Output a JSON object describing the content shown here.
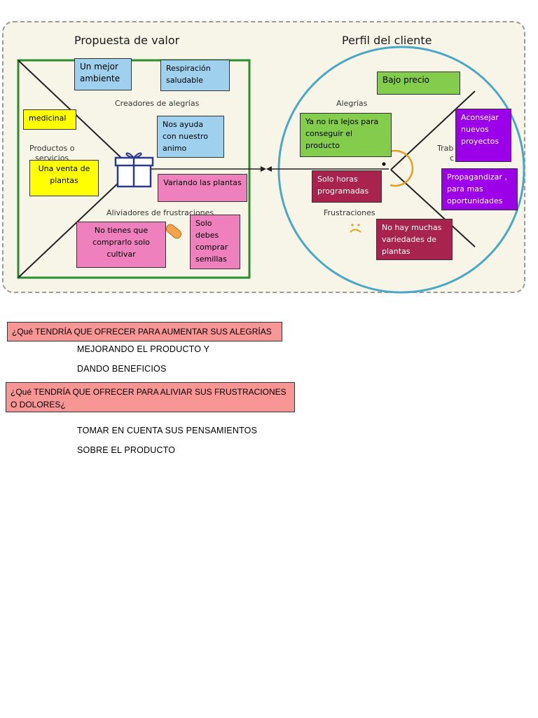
{
  "canvas": {
    "value_proposition_title": "Propuesta de valor",
    "customer_profile_title": "Perfil del cliente",
    "labels": {
      "gain_creators": "Creadores de alegrías",
      "products_services_1": "Productos o",
      "products_services_2": "servicios",
      "pain_relievers": "Aliviadores de frustraciones",
      "gains": "Alegrías",
      "customer_jobs_1": "Trab",
      "customer_jobs_2": "c",
      "pains": "Frustraciones"
    },
    "notes": {
      "mejor_ambiente": "Un mejor ambiente",
      "respiracion": "Respiración saludable",
      "medicinal": "medicinal",
      "nos_ayuda": "Nos ayuda con nuestro animo",
      "venta_plantas": "Una venta de plantas",
      "variando": "Variando las plantas",
      "no_comprarlo": "No tienes que comprarlo solo cultivar",
      "solo_semillas": "Solo debes comprar semillas",
      "bajo_precio": "Bajo   precio",
      "no_lejos": "Ya no ira lejos para conseguir el producto",
      "aconsejar": "Aconsejar nuevos proyectos",
      "solo_horas": "Solo horas programadas",
      "propagandizar": "Propagandizar , para mas oportunidades",
      "variedades": "No hay muchas variedades de plantas"
    },
    "colors": {
      "canvas_bg": "#f6f5e7",
      "square_border": "#2e8b2e",
      "circle_border": "#4aa8c4",
      "blue": "#9fd0ee",
      "yellow": "#ffff00",
      "pink": "#ee80bd",
      "green": "#84cc4c",
      "purple": "#9b00e8",
      "maroon": "#a8234d",
      "question_bg": "#f89595"
    }
  },
  "questions": {
    "q1": "¿Qué TENDRÍA QUE OFRECER PARA AUMENTAR SUS ALEGRÍAS",
    "a1_line1": "MEJORANDO EL PRODUCTO Y",
    "a1_line2": "DANDO BENEFICIOS",
    "q2": "¿Qué TENDRÍA QUE OFRECER PARA ALIVIAR SUS FRUSTRACIONES O DOLORES¿",
    "a2_line1": "TOMAR EN CUENTA SUS PENSAMIENTOS",
    "a2_line2": "SOBRE EL PRODUCTO"
  }
}
